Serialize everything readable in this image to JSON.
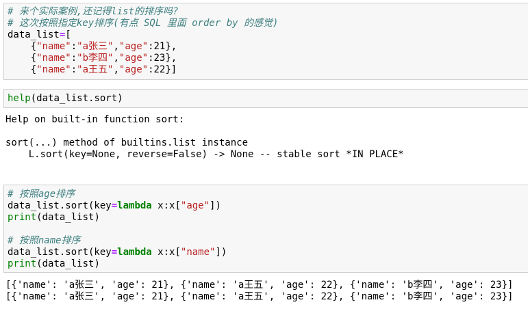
{
  "cell1": {
    "comment1": "# 来个实际案例,还记得list的排序吗?",
    "comment2": "# 这次按照指定key排序(有点 SQL 里面 order by 的感觉)",
    "assign_name": "data_list",
    "assign_op": "=",
    "open_bracket": "[",
    "rows": [
      {
        "key1": "\"name\"",
        "val1": "\"a张三\"",
        "key2": "\"age\"",
        "val2": "21",
        "tail": "},"
      },
      {
        "key1": "\"name\"",
        "val1": "\"b李四\"",
        "key2": "\"age\"",
        "val2": "23",
        "tail": "},"
      },
      {
        "key1": "\"name\"",
        "val1": "\"a王五\"",
        "key2": "\"age\"",
        "val2": "22",
        "tail": "}]"
      }
    ]
  },
  "cell2": {
    "func": "help",
    "arg": "data_list.sort"
  },
  "output2": {
    "line1": "Help on built-in function sort:",
    "line2": "",
    "line3": "sort(...) method of builtins.list instance",
    "line4": "    L.sort(key=None, reverse=False) -> None -- stable sort *IN PLACE*"
  },
  "cell3": {
    "comment1": "# 按照age排序",
    "sort1_prefix": "data_list.sort(key",
    "eq": "=",
    "lambda_kw": "lambda",
    "lambda_body": " x:x[",
    "key_age": "\"age\"",
    "close": "])",
    "print_kw": "print",
    "print_arg": "(data_list)",
    "comment2": "# 按照name排序",
    "key_name": "\"name\""
  },
  "output3": {
    "line1": "[{'name': 'a张三', 'age': 21}, {'name': 'a王五', 'age': 22}, {'name': 'b李四', 'age': 23}]",
    "line2": "[{'name': 'a张三', 'age': 21}, {'name': 'a王五', 'age': 22}, {'name': 'b李四', 'age': 23}]"
  }
}
